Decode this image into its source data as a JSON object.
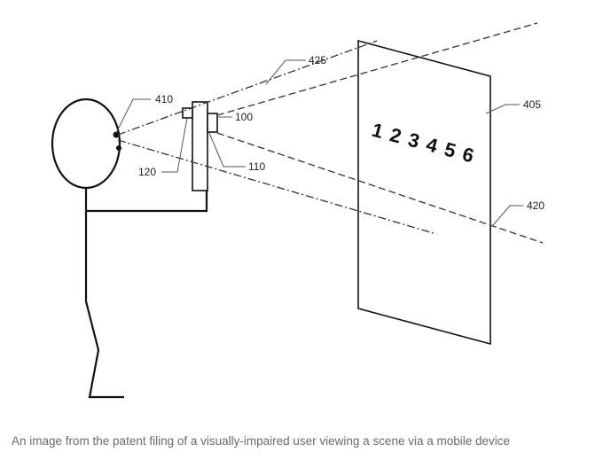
{
  "diagram": {
    "scene_text": "123456",
    "labels": {
      "ref_100": "100",
      "ref_110": "110",
      "ref_120": "120",
      "ref_405": "405",
      "ref_410": "410",
      "ref_420": "420",
      "ref_425": "425"
    }
  },
  "caption": "An image from the patent filing of a visually-impaired user viewing a scene via a mobile device"
}
